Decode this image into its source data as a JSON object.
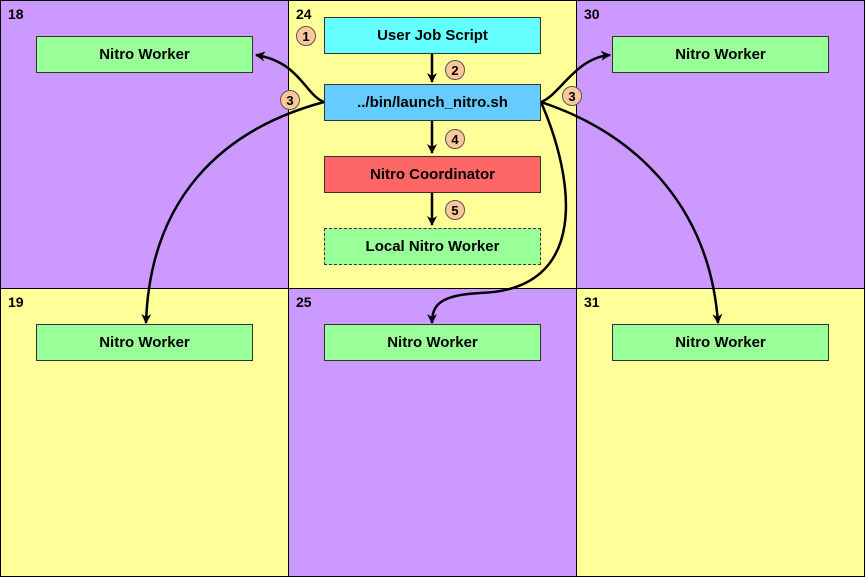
{
  "colors": {
    "purple": "#cc99ff",
    "yellow": "#ffff99",
    "worker_green": "#99ff99",
    "user_job_cyan": "#66ffff",
    "launch_blue": "#66ccff",
    "coordinator_red": "#ff6666",
    "badge_orange": "#fcc79a"
  },
  "cells": [
    {
      "id": "18",
      "label": "18",
      "color": "purple"
    },
    {
      "id": "24",
      "label": "24",
      "color": "yellow"
    },
    {
      "id": "30",
      "label": "30",
      "color": "purple"
    },
    {
      "id": "19",
      "label": "19",
      "color": "yellow"
    },
    {
      "id": "25",
      "label": "25",
      "color": "purple"
    },
    {
      "id": "31",
      "label": "31",
      "color": "yellow"
    }
  ],
  "nodes": {
    "user_job_script": "User Job Script",
    "launch_script": "../bin/launch_nitro.sh",
    "coordinator": "Nitro Coordinator",
    "local_worker": "Local Nitro Worker",
    "worker_18": "Nitro Worker",
    "worker_30": "Nitro Worker",
    "worker_19": "Nitro Worker",
    "worker_25": "Nitro Worker",
    "worker_31": "Nitro Worker"
  },
  "steps": {
    "s1": "1",
    "s2": "2",
    "s3_left": "3",
    "s3_right": "3",
    "s4": "4",
    "s5": "5"
  }
}
